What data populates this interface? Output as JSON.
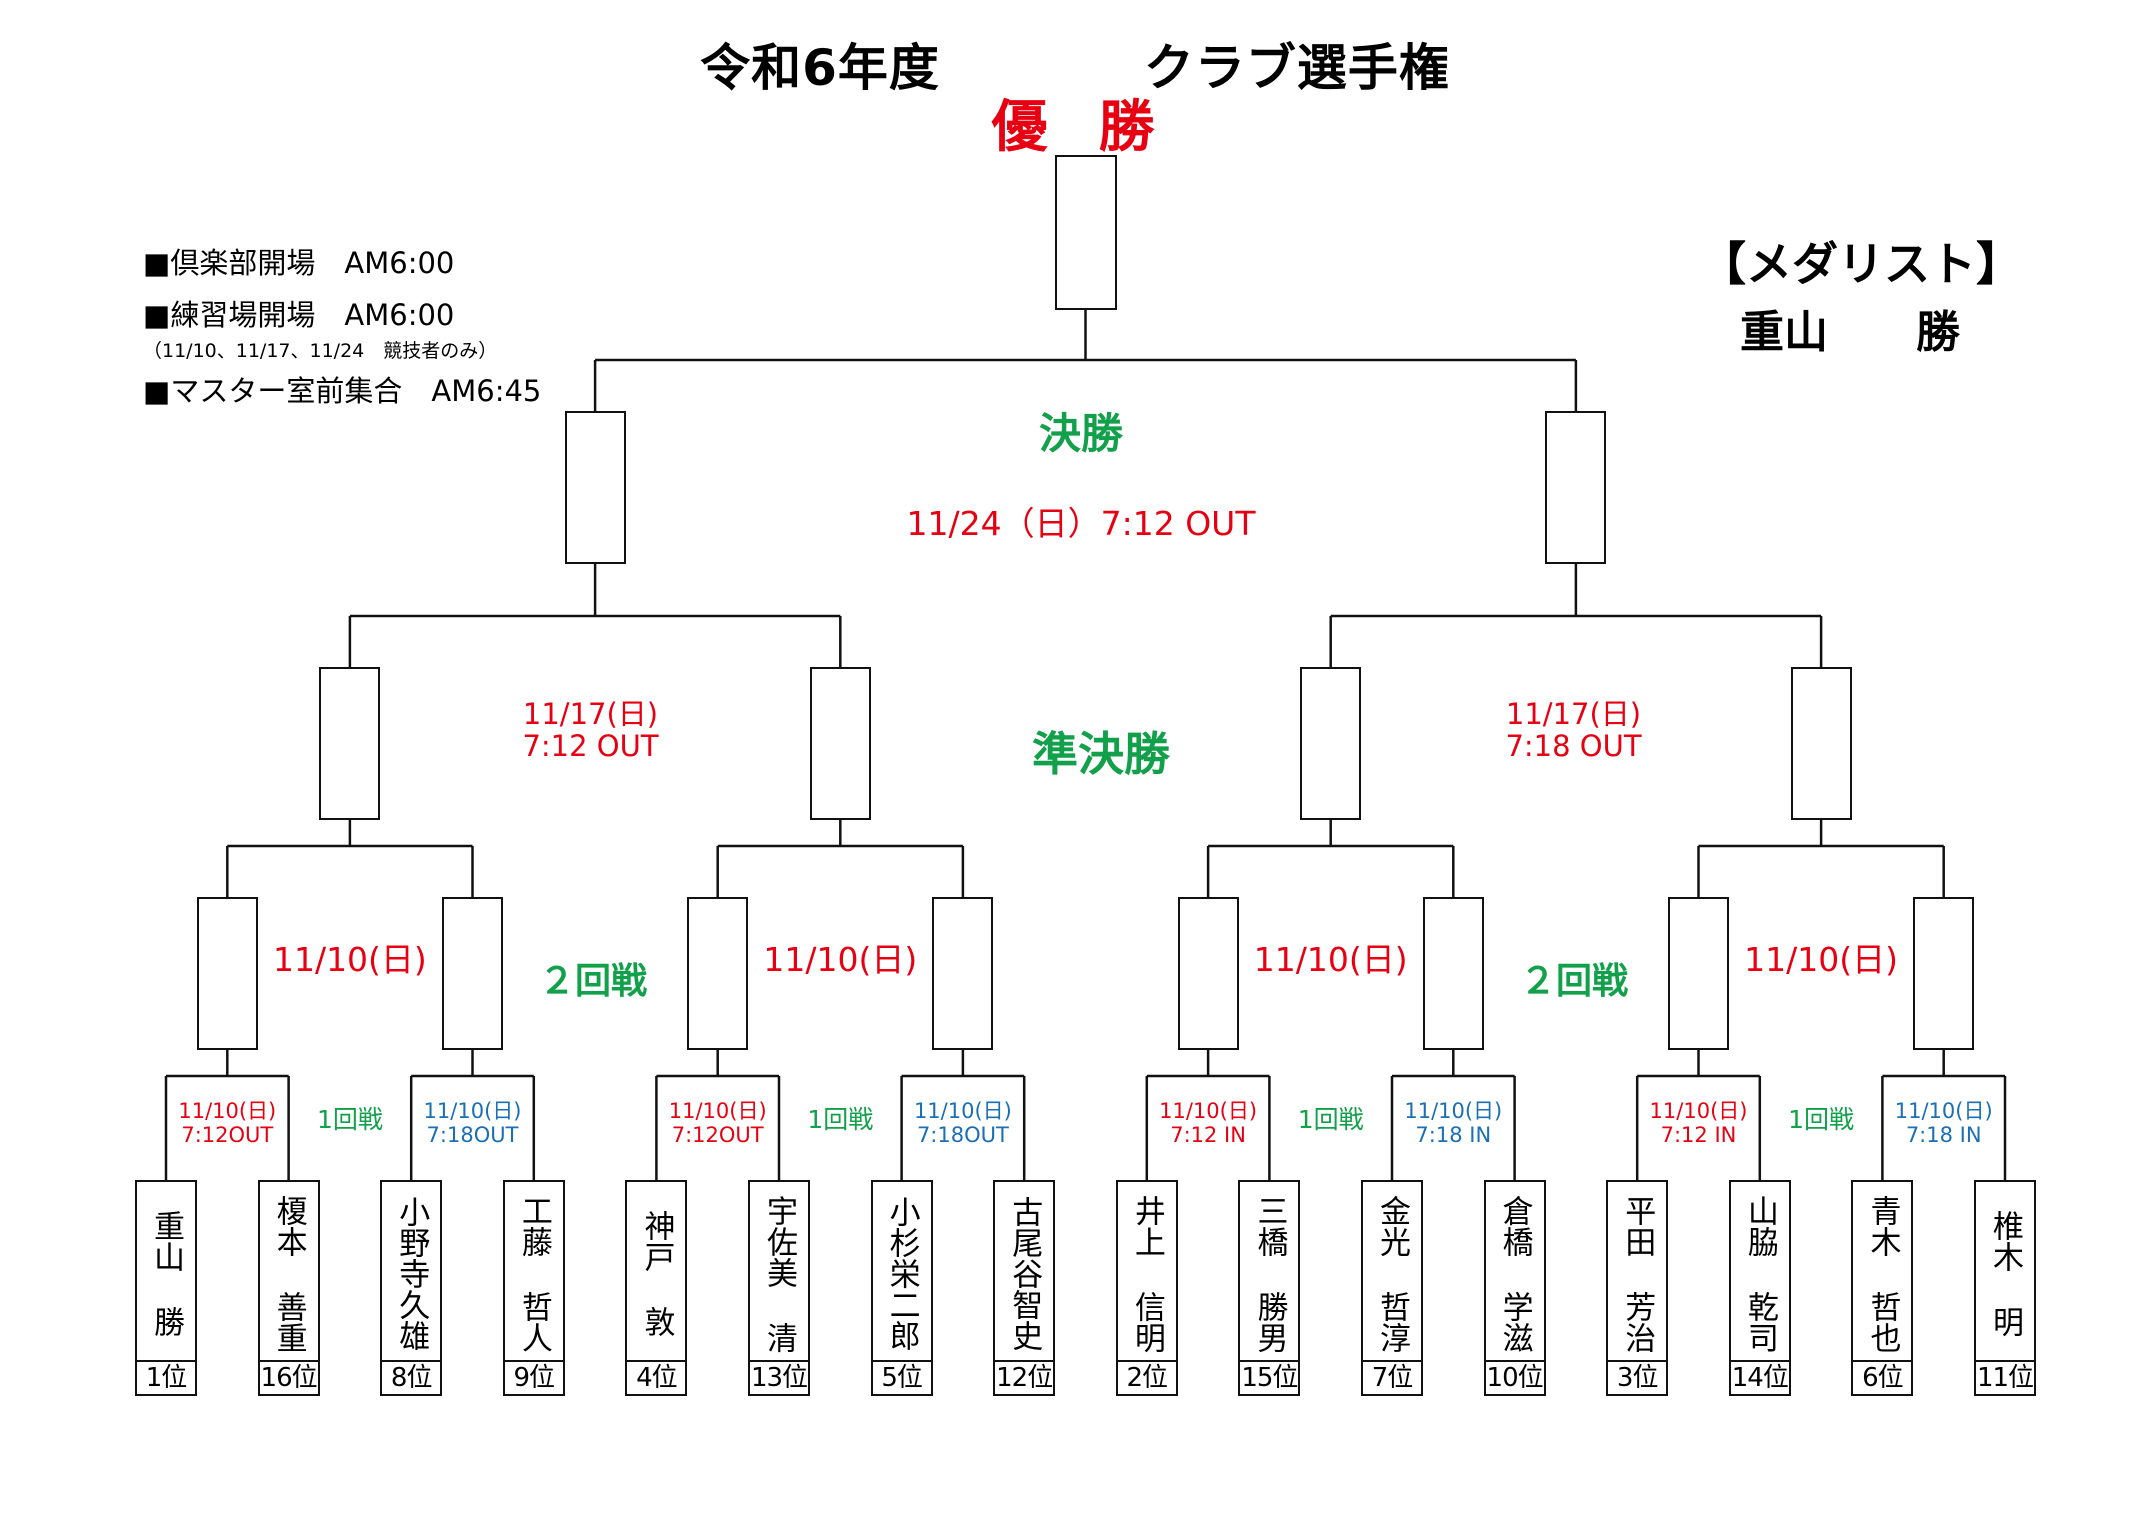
{
  "header": {
    "title": "令和6年度　　　　クラブ選手権",
    "champion_label": "優  勝"
  },
  "info": {
    "clubhouse_open": "■倶楽部開場　AM6:00",
    "practice_open": "■練習場開場　AM6:00",
    "practice_note": "（11/10、11/17、11/24　競技者のみ）",
    "assembly": "■マスター室前集合　AM6:45"
  },
  "medalist": {
    "heading": "【メダリスト】",
    "name": "重山　　勝"
  },
  "rounds": {
    "final": {
      "label": "決勝",
      "schedule": "11/24（日）7:12 OUT"
    },
    "semifinal": {
      "label": "準決勝",
      "schedules": [
        "11/17(日)\n7:12 OUT",
        "11/17(日)\n7:18 OUT"
      ]
    },
    "second": {
      "label": "２回戦",
      "schedules": [
        "11/10(日)",
        "11/10(日)",
        "11/10(日)",
        "11/10(日)"
      ]
    },
    "first": {
      "label": "1回戦",
      "matches": [
        {
          "schedule": "11/10(日)\n7:12OUT",
          "color": "#e60012"
        },
        {
          "schedule": "11/10(日)\n7:18OUT",
          "color": "#1a6fb5"
        },
        {
          "schedule": "11/10(日)\n7:12OUT",
          "color": "#e60012"
        },
        {
          "schedule": "11/10(日)\n7:18OUT",
          "color": "#1a6fb5"
        },
        {
          "schedule": "11/10(日)\n7:12 IN",
          "color": "#e60012"
        },
        {
          "schedule": "11/10(日)\n7:18 IN",
          "color": "#1a6fb5"
        },
        {
          "schedule": "11/10(日)\n7:12 IN",
          "color": "#e60012"
        },
        {
          "schedule": "11/10(日)\n7:18 IN",
          "color": "#1a6fb5"
        }
      ]
    }
  },
  "players": [
    {
      "surname": "重山",
      "given": "勝",
      "rank": "1位"
    },
    {
      "surname": "榎本",
      "given": "善重",
      "rank": "16位"
    },
    {
      "surname": "小野寺久雄",
      "given": "",
      "rank": "8位"
    },
    {
      "surname": "工藤",
      "given": "哲人",
      "rank": "9位"
    },
    {
      "surname": "神戸",
      "given": "敦",
      "rank": "4位"
    },
    {
      "surname": "宇佐美",
      "given": "清",
      "rank": "13位"
    },
    {
      "surname": "小杉栄二郎",
      "given": "",
      "rank": "5位"
    },
    {
      "surname": "古尾谷智史",
      "given": "",
      "rank": "12位"
    },
    {
      "surname": "井上",
      "given": "信明",
      "rank": "2位"
    },
    {
      "surname": "三橋",
      "given": "勝男",
      "rank": "15位"
    },
    {
      "surname": "金光",
      "given": "哲淳",
      "rank": "7位"
    },
    {
      "surname": "倉橋",
      "given": "学滋",
      "rank": "10位"
    },
    {
      "surname": "平田",
      "given": "芳治",
      "rank": "3位"
    },
    {
      "surname": "山脇",
      "given": "乾司",
      "rank": "14位"
    },
    {
      "surname": "青木",
      "given": "哲也",
      "rank": "6位"
    },
    {
      "surname": "椎木",
      "given": "明",
      "rank": "11位"
    }
  ],
  "colors": {
    "red": "#e60012",
    "green": "#12a04a",
    "blue": "#1a6fb5",
    "line": "#111111"
  }
}
